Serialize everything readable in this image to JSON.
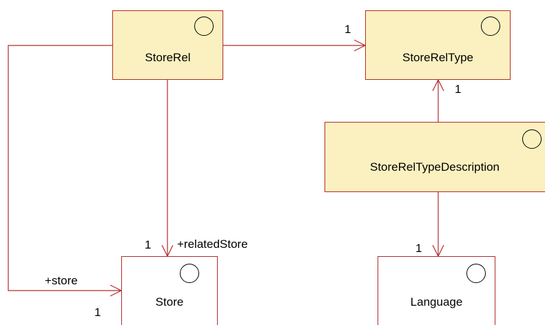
{
  "colors": {
    "entity_fill": "#fbf1c0",
    "line": "#b22a2a"
  },
  "entities": {
    "store_rel": {
      "label": "StoreRel",
      "icon": "entity-circle-icon"
    },
    "store_rel_type": {
      "label": "StoreRelType",
      "icon": "entity-circle-icon"
    },
    "store_rel_type_description": {
      "label": "StoreRelTypeDescription",
      "icon": "entity-circle-icon"
    },
    "store": {
      "label": "Store",
      "icon": "entity-circle-icon"
    },
    "language": {
      "label": "Language",
      "icon": "entity-circle-icon"
    }
  },
  "associations": {
    "store_rel_to_type": {
      "multiplicity": "1"
    },
    "description_to_type": {
      "multiplicity": "1"
    },
    "store_rel_to_related_store": {
      "multiplicity": "1",
      "role": "+relatedStore"
    },
    "store_rel_to_store": {
      "multiplicity": "1",
      "role": "+store"
    },
    "description_to_language": {
      "multiplicity": "1"
    }
  }
}
